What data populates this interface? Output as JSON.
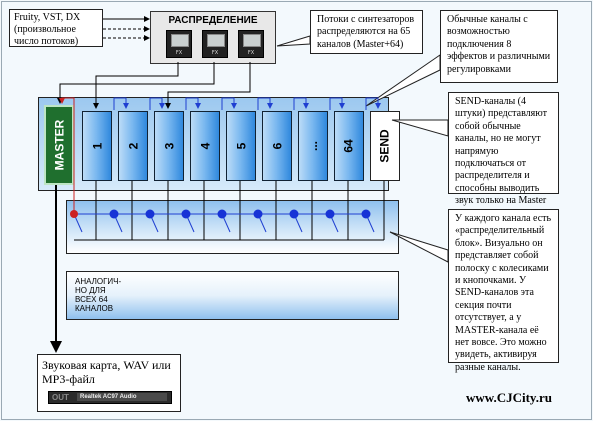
{
  "source_box": {
    "lines": [
      "Fruity, VST, DX",
      "(произвольное",
      "число потоков)"
    ]
  },
  "distributor": {
    "title": "РАСПРЕДЕЛЕНИЕ",
    "fx_labels": [
      "FX",
      "FX",
      "FX"
    ]
  },
  "callouts": {
    "streams": "Потоки с синтезаторов распределяются на 65 каналов (Master+64)",
    "regular": "Обычные каналы с возможностью подключения 8 эффектов и различными регулировками",
    "send": "SEND-каналы (4 штуки) представляют собой обычные каналы, но не могут напрямую подключаться от распределителя и способны выводить звук только на Master",
    "strip": "У каждого канала есть «распределительный блок». Визуально он представляет собой полоску с колесиками и кнопочками. У SEND-каналов эта секция почти отсутствует, а у MASTER-канала её нет вовсе. Это можно увидеть, активируя разные каналы."
  },
  "channels": {
    "master": "MASTER",
    "items": [
      "1",
      "2",
      "3",
      "4",
      "5",
      "6",
      "...",
      "64"
    ],
    "send": "SEND"
  },
  "analog": {
    "lines": [
      "АНАЛОГИЧ-",
      "НО ДЛЯ",
      "ВСЕХ 64",
      "КАНАЛОВ"
    ]
  },
  "output": {
    "title": "Звуковая карта, WAV или MP3-файл",
    "device_label": "OUT",
    "device_name": "Realtek AC97 Audio"
  },
  "watermark": "www.CJCity.ru"
}
